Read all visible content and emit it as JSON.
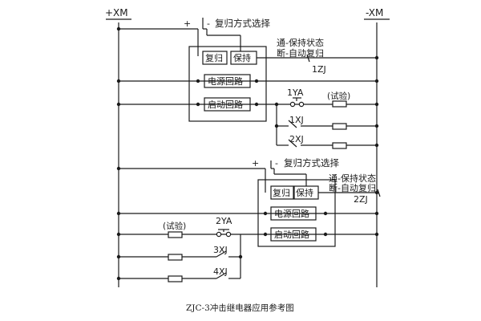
{
  "rails": {
    "left": "+XM",
    "right": "-XM"
  },
  "relay_1": {
    "plus": "+",
    "minus": "-",
    "mode_select": "复归方式选择",
    "note_line1": "通-保持状态",
    "note_line2": "断-自动复归",
    "relay_name": "1ZJ",
    "reset_label": "复归",
    "hold_label": "保持",
    "power_label": "电源回路",
    "start_label": "启动回路",
    "button_label": "1YA",
    "test_label": "(试验)",
    "contact_a": "1XJ",
    "contact_b": "2XJ"
  },
  "relay_2": {
    "plus": "+",
    "minus": "-",
    "mode_select": "复归方式选择",
    "note_line1": "通-保持状态",
    "note_line2": "断-自动复归",
    "relay_name": "2ZJ",
    "reset_label": "复归",
    "hold_label": "保持",
    "power_label": "电源回路",
    "start_label": "启动回路",
    "button_label": "2YA",
    "test_label": "(试验)",
    "contact_a": "3XJ",
    "contact_b": "4XJ"
  },
  "caption": "ZJC-3冲击继电器应用参考图"
}
